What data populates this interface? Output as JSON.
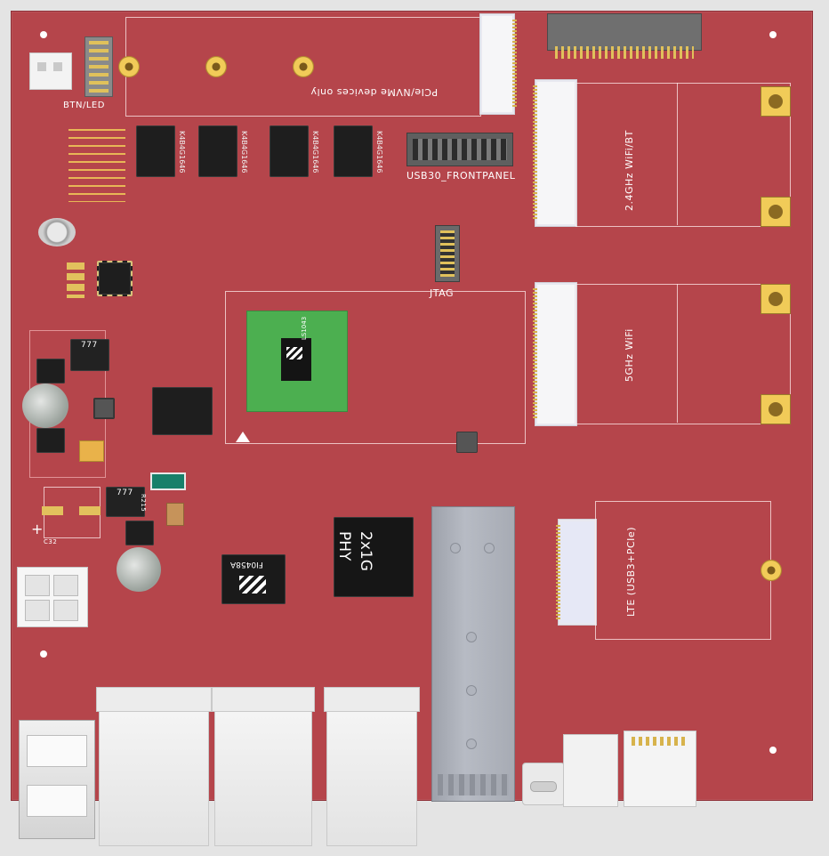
{
  "board": {
    "title": "PCB 3D view",
    "colors": {
      "board": "#b5454b",
      "soldermask_silk": "#ffffff",
      "pad": "#f1cb58",
      "chip": "#1e1e1e",
      "cpu_die": "#4caf50"
    }
  },
  "labels": {
    "btn_led": "BTN/LED",
    "pcie_nvme": "PCIe/NVMe devices only",
    "usb30_frontpanel": "USB30_FRONTPANEL",
    "jtag": "JTAG",
    "wifi_24": "2.4GHz WiFi/BT",
    "wifi_5": "5GHz WiFi",
    "lte": "LTE (USB3+PCIe)",
    "phy_line1": "2x1G",
    "phy_line2": "PHY",
    "cpu_mark": "LS1043",
    "fpga_mark": "FI0458A",
    "cap_c32": "C32",
    "res_r215": "R215",
    "inductor_mark": "777",
    "ram_mark": "K4B4G1646",
    "plus": "+"
  },
  "icons": {
    "nxp_logo": "nxp-logo-icon"
  }
}
